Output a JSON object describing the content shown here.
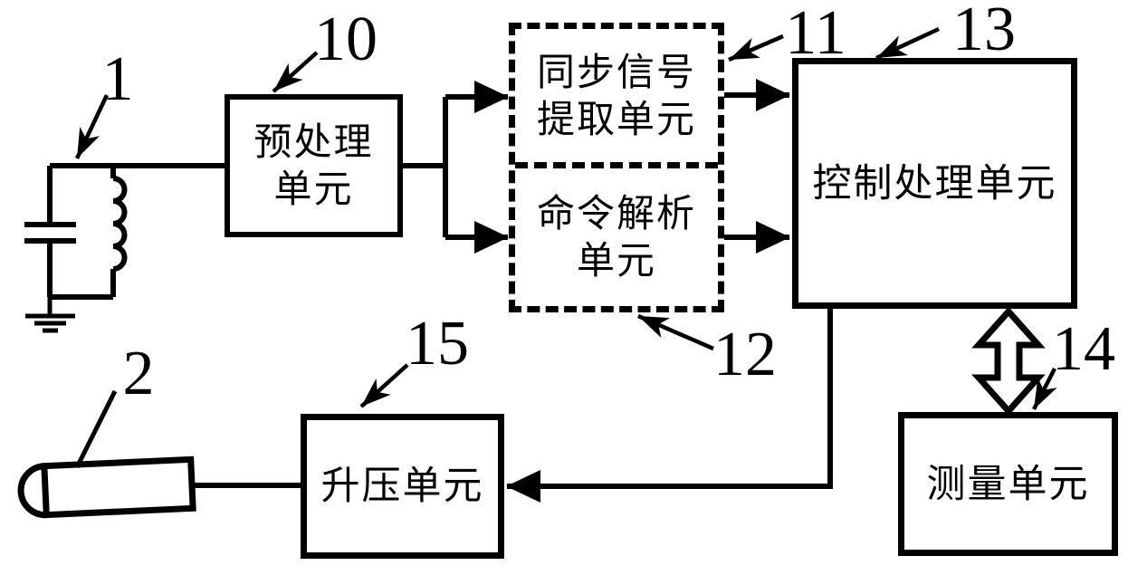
{
  "figure": {
    "blocks": {
      "preprocess": {
        "ref": "10",
        "line1": "预处理",
        "line2": "单元"
      },
      "sync_extract": {
        "ref": "11",
        "line1": "同步信号",
        "line2": "提取单元"
      },
      "command_parse": {
        "ref": "12",
        "line1": "命令解析",
        "line2": "单元"
      },
      "control": {
        "ref": "13",
        "line1": "控制处理单元"
      },
      "measure": {
        "ref": "14",
        "line1": "测量单元"
      },
      "boost": {
        "ref": "15",
        "line1": "升压单元"
      }
    },
    "callouts": {
      "antenna_ref": "1",
      "probe_ref": "2"
    },
    "colors": {
      "ink": "#000000",
      "background": "#ffffff"
    }
  }
}
